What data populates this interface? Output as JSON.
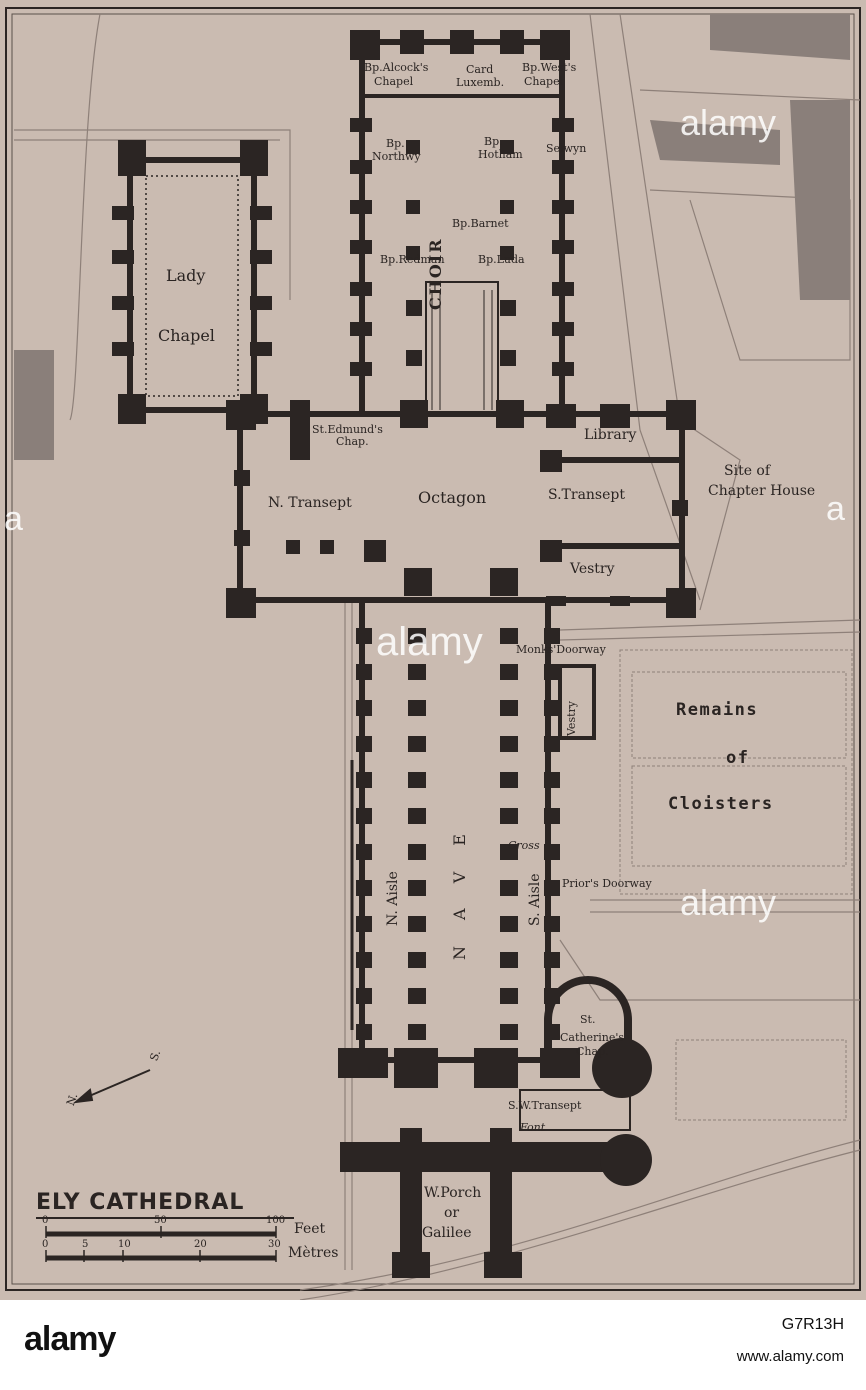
{
  "map": {
    "title": "ELY CATHEDRAL",
    "colors": {
      "paper": "#cabbb1",
      "ink": "#2a2422",
      "wall": "#2b2523"
    },
    "labels": {
      "bp_alcock": "Bp.Alcock's",
      "bp_alcock_2": "Chapel",
      "card": "Card",
      "card_2": "Luxemb.",
      "bp_west": "Bp.West's",
      "bp_west_2": "Chapel",
      "bp_northwy": "Bp.",
      "bp_northwy_2": "Northwy",
      "bp_hotham": "Bp.",
      "bp_hotham_2": "Hotham",
      "selwyn": "Selwyn",
      "bp_barnet": "Bp.Barnet",
      "bp_redman": "Bp.Redman",
      "bp_luda": "Bp.Luda",
      "choir": "CHOIR",
      "lady": "Lady",
      "chapel": "Chapel",
      "st_edmunds": "St.Edmund's",
      "st_edmunds_2": "Chap.",
      "library": "Library",
      "site_of": "Site of",
      "chapter_house": "Chapter House",
      "n_transept": "N. Transept",
      "octagon": "Octagon",
      "s_transept": "S.Transept",
      "vestry": "Vestry",
      "monks_doorway": "Monks'Doorway",
      "vestry_small": "Vestry",
      "remains": "Remains",
      "of": "of",
      "cloisters": "Cloisters",
      "n_aisle": "N. Aisle",
      "nave": "NAVE",
      "s_aisle": "S. Aisle",
      "cross": "Cross",
      "priors_doorway": "Prior's Doorway",
      "st_catherines": "St.",
      "st_catherines_2": "Catherine's",
      "st_catherines_3": "Chap.",
      "sw_transept": "S.W.Transept",
      "font": "Font",
      "w_porch": "W.Porch",
      "or": "or",
      "galilee": "Galilee",
      "n_compass": "N.",
      "s_compass": "S."
    },
    "scale": {
      "feet_label": "Feet",
      "metres_label": "Mètres",
      "feet_ticks": [
        "0",
        "50",
        "100"
      ],
      "metre_ticks": [
        "0",
        "5",
        "10",
        "20",
        "30"
      ]
    }
  },
  "watermark": {
    "text": "alamy",
    "side_left": "a",
    "side_right": "a"
  },
  "footer": {
    "logo": "alamy",
    "image_id": "G7R13H",
    "url": "www.alamy.com"
  }
}
